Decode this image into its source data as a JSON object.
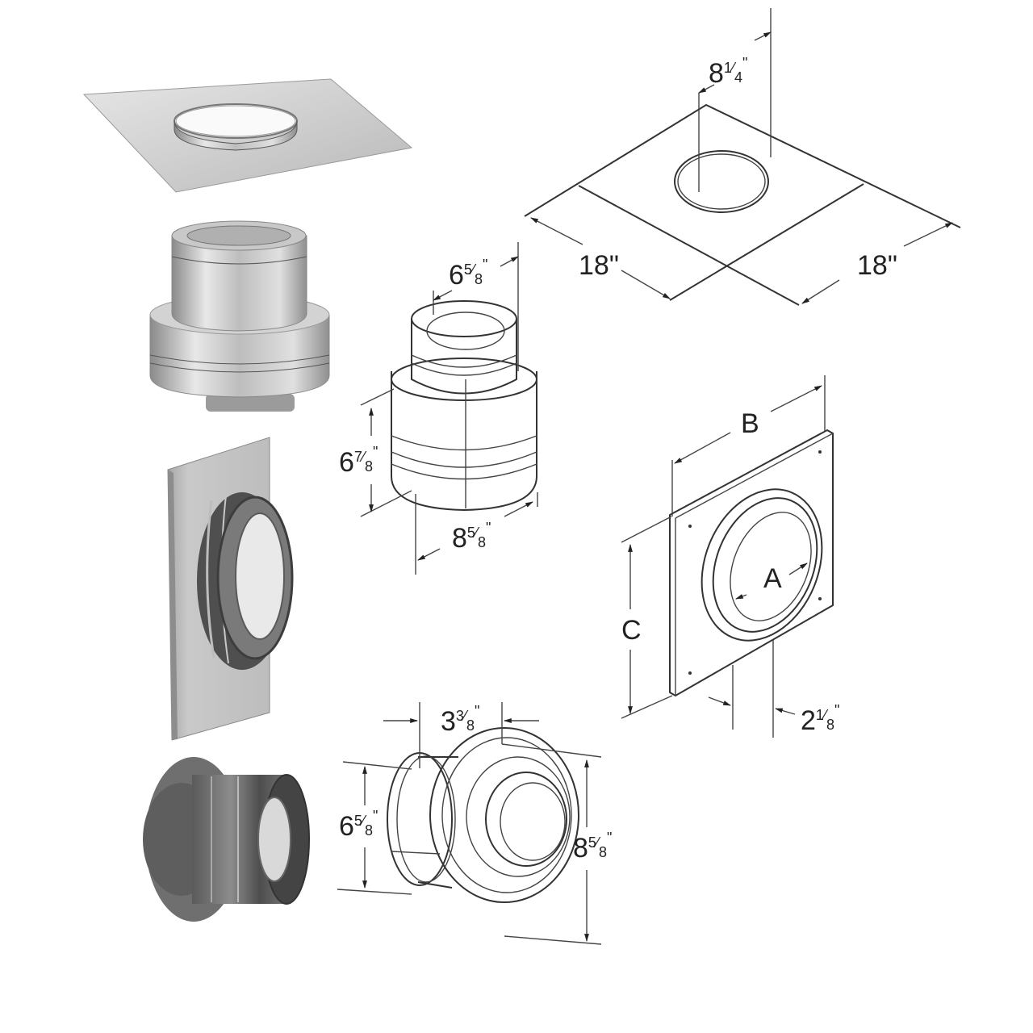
{
  "title": "Chimney pipe component catalog with dimension drawings",
  "colors": {
    "background": "#ffffff",
    "line": "#333333",
    "metal_light": "#d9d9d9",
    "metal_mid": "#b5b5b5",
    "metal_dark": "#6e6e6e"
  },
  "photos": [
    {
      "id": "ceiling-support-plate",
      "label": "Square ceiling support plate with collar (photo)"
    },
    {
      "id": "chimney-adapter",
      "label": "Stainless chimney adapter (photo)"
    },
    {
      "id": "wall-thimble-plate",
      "label": "Wall plate with thimble sleeve (photo)"
    },
    {
      "id": "round-support-adapter",
      "label": "Round flanged support adapter (photo)"
    }
  ],
  "drawings": {
    "ceiling_plate": {
      "collar_diameter": {
        "whole": "8",
        "frac_num": "1",
        "frac_den": "4",
        "unit": "\""
      },
      "width_left": "18\"",
      "width_right": "18\""
    },
    "adapter": {
      "top_diameter": {
        "whole": "6",
        "frac_num": "5",
        "frac_den": "8",
        "unit": "\""
      },
      "height": {
        "whole": "6",
        "frac_num": "7",
        "frac_den": "8",
        "unit": "\""
      },
      "bottom_diameter": {
        "whole": "8",
        "frac_num": "5",
        "frac_den": "8",
        "unit": "\""
      }
    },
    "wall_plate": {
      "width_label": "B",
      "height_label": "C",
      "opening_label": "A",
      "depth": {
        "whole": "2",
        "frac_num": "1",
        "frac_den": "8",
        "unit": "\""
      }
    },
    "round_adapter": {
      "depth": {
        "whole": "3",
        "frac_num": "3",
        "frac_den": "8",
        "unit": "\""
      },
      "inner_diameter": {
        "whole": "6",
        "frac_num": "5",
        "frac_den": "8",
        "unit": "\""
      },
      "outer_diameter": {
        "whole": "8",
        "frac_num": "5",
        "frac_den": "8",
        "unit": "\""
      }
    }
  }
}
